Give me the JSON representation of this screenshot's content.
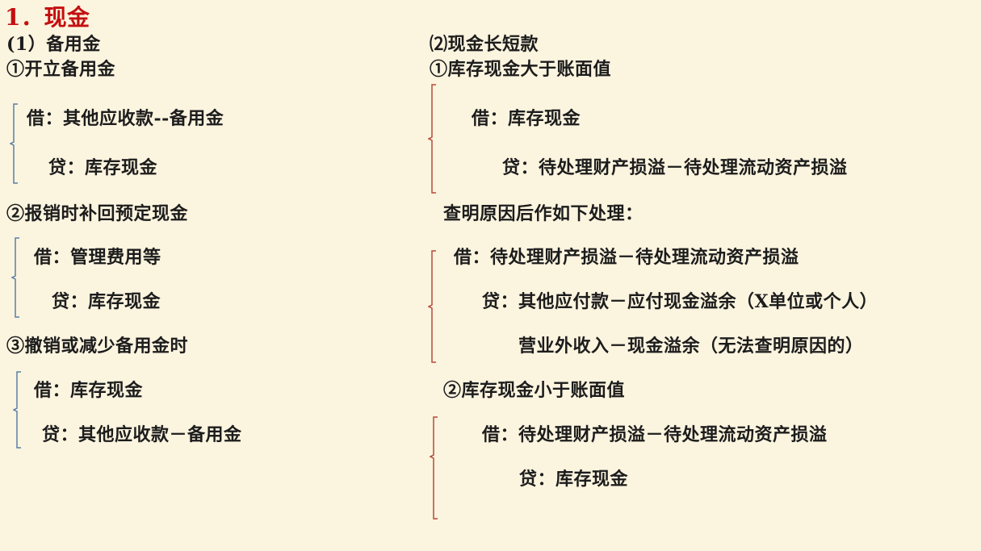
{
  "title": "1．现金",
  "left": {
    "heading": "(1）备用金",
    "s1": {
      "title": "①开立备用金",
      "debit": "借：其他应收款--备用金",
      "credit": "贷：库存现金"
    },
    "s2": {
      "title": "②报销时补回预定现金",
      "debit": "借：管理费用等",
      "credit": "贷：库存现金"
    },
    "s3": {
      "title": "③撤销或减少备用金时",
      "debit": "借：库存现金",
      "credit": "贷：其他应收款－备用金"
    }
  },
  "right": {
    "heading": "⑵现金长短款",
    "s1": {
      "title": "①库存现金大于账面值",
      "debit": "借：库存现金",
      "credit": "贷：待处理财产损溢－待处理流动资产损溢"
    },
    "note": "查明原因后作如下处理：",
    "s2": {
      "debit": "借：待处理财产损溢－待处理流动资产损溢",
      "credit1": "贷：其他应付款－应付现金溢余（X单位或个人）",
      "credit2": "营业外收入－现金溢余（无法查明原因的）"
    },
    "s3": {
      "title": "②库存现金小于账面值",
      "debit": "借：待处理财产损溢－待处理流动资产损溢",
      "credit": "贷：库存现金"
    }
  },
  "colors": {
    "title": "#c40f0f",
    "bracket_left": "#5a7fa6",
    "bracket_right": "#b84a3a",
    "background": "#fbf4df"
  }
}
